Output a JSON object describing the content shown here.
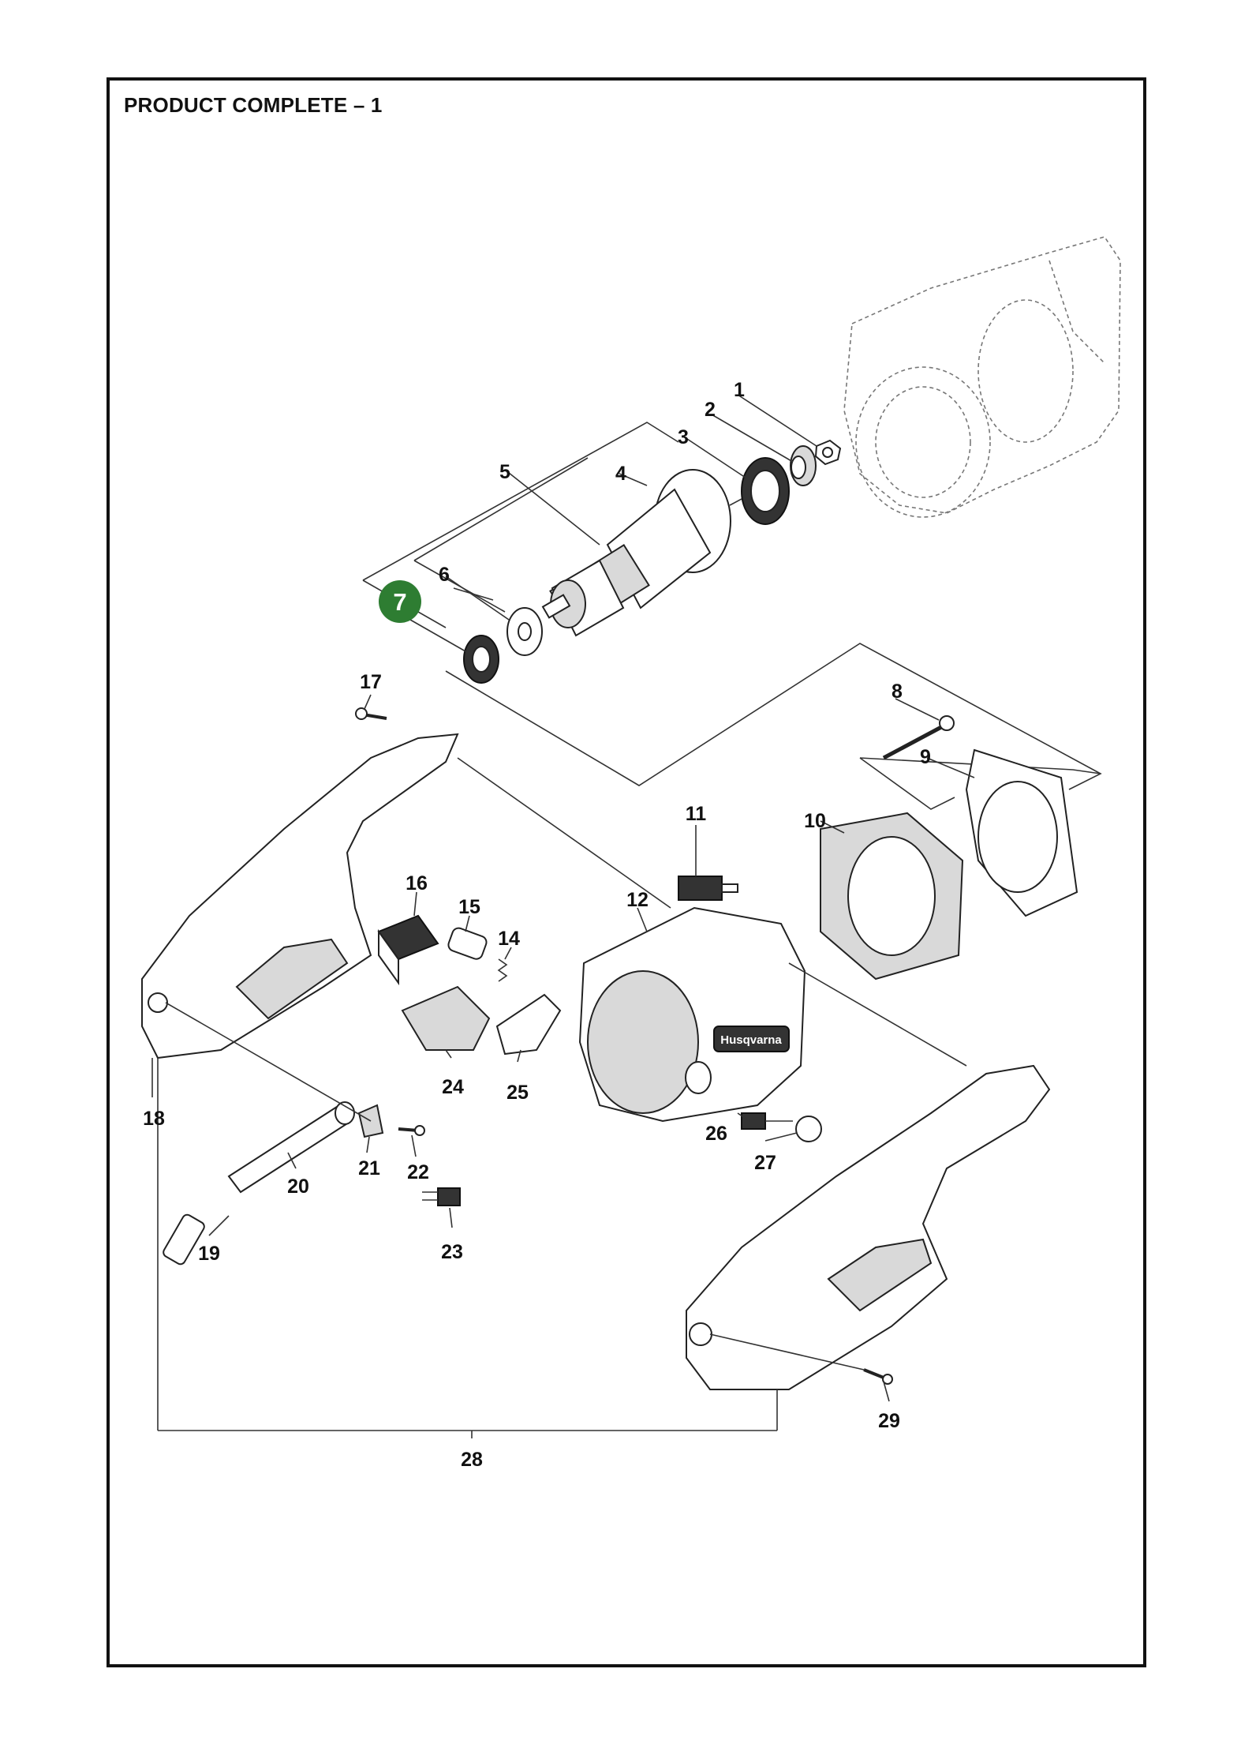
{
  "page": {
    "title": "PRODUCT COMPLETE – 1"
  },
  "highlight": {
    "callout": "7",
    "color": "#2e7d32"
  },
  "brand_text": "Husqvarna",
  "callouts": [
    "1",
    "2",
    "3",
    "4",
    "5",
    "6",
    "8",
    "9",
    "10",
    "11",
    "12",
    "14",
    "15",
    "16",
    "17",
    "18",
    "19",
    "20",
    "21",
    "22",
    "23",
    "24",
    "25",
    "26",
    "27",
    "28",
    "29"
  ]
}
